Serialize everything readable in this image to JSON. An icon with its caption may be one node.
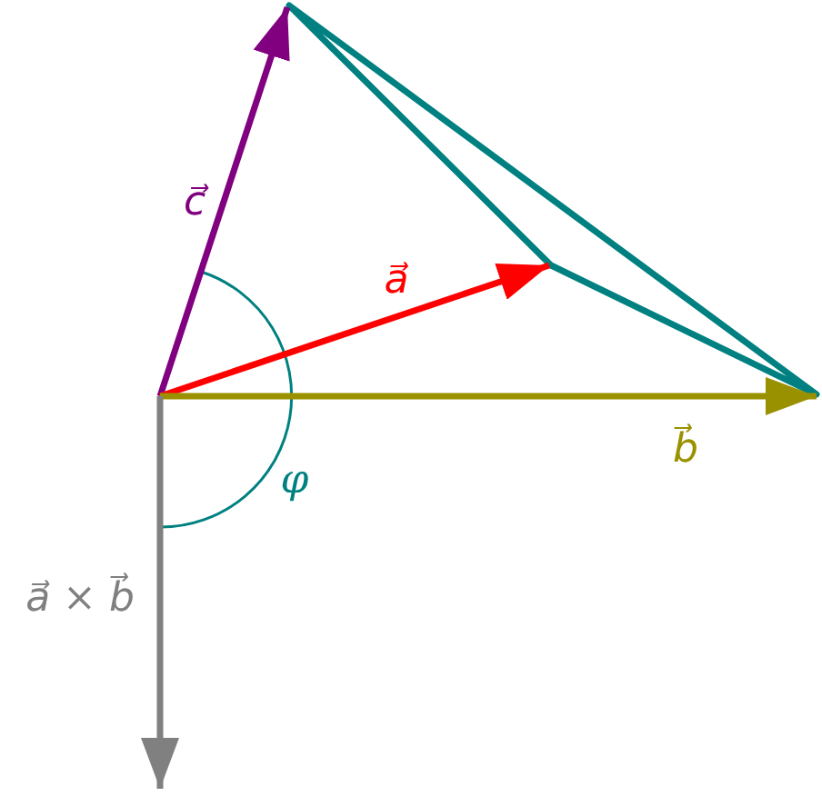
{
  "diagram": {
    "labels": [
      "c⃗",
      "a⃗",
      "b⃗",
      "φ",
      "a⃗ × b⃗"
    ]
  }
}
